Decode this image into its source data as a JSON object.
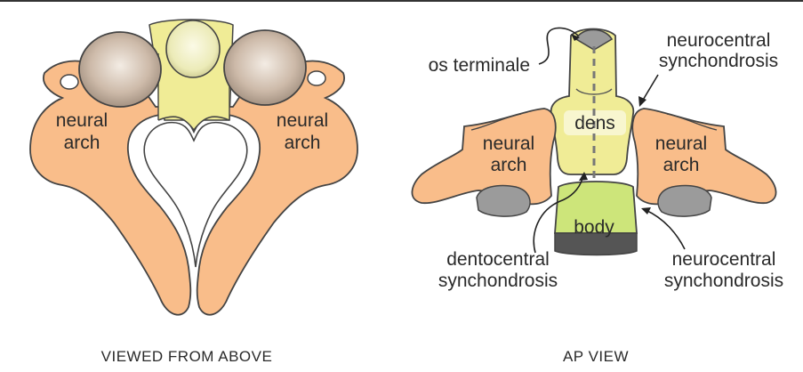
{
  "figure": {
    "left_caption": "VIEWED FROM ABOVE",
    "right_caption": "AP VIEW",
    "above_view": {
      "left_arch_label_line1": "neural",
      "left_arch_label_line2": "arch",
      "right_arch_label_line1": "neural",
      "right_arch_label_line2": "arch"
    },
    "ap_view": {
      "os_terminale": "os terminale",
      "neurocentral_top_line1": "neurocentral",
      "neurocentral_top_line2": "synchondrosis",
      "dens": "dens",
      "body": "body",
      "left_arch_line1": "neural",
      "left_arch_line2": "arch",
      "right_arch_line1": "neural",
      "right_arch_line2": "arch",
      "dentocentral_line1": "dentocentral",
      "dentocentral_line2": "synchondrosis",
      "neurocentral_bottom_line1": "neurocentral",
      "neurocentral_bottom_line2": "synchondrosis"
    },
    "colors": {
      "arch": "#f9bd8a",
      "dens": "#f0ec96",
      "body": "#cde57a",
      "gray": "#9b9b9b",
      "facet": "#bfa896",
      "outline": "#444444"
    }
  }
}
